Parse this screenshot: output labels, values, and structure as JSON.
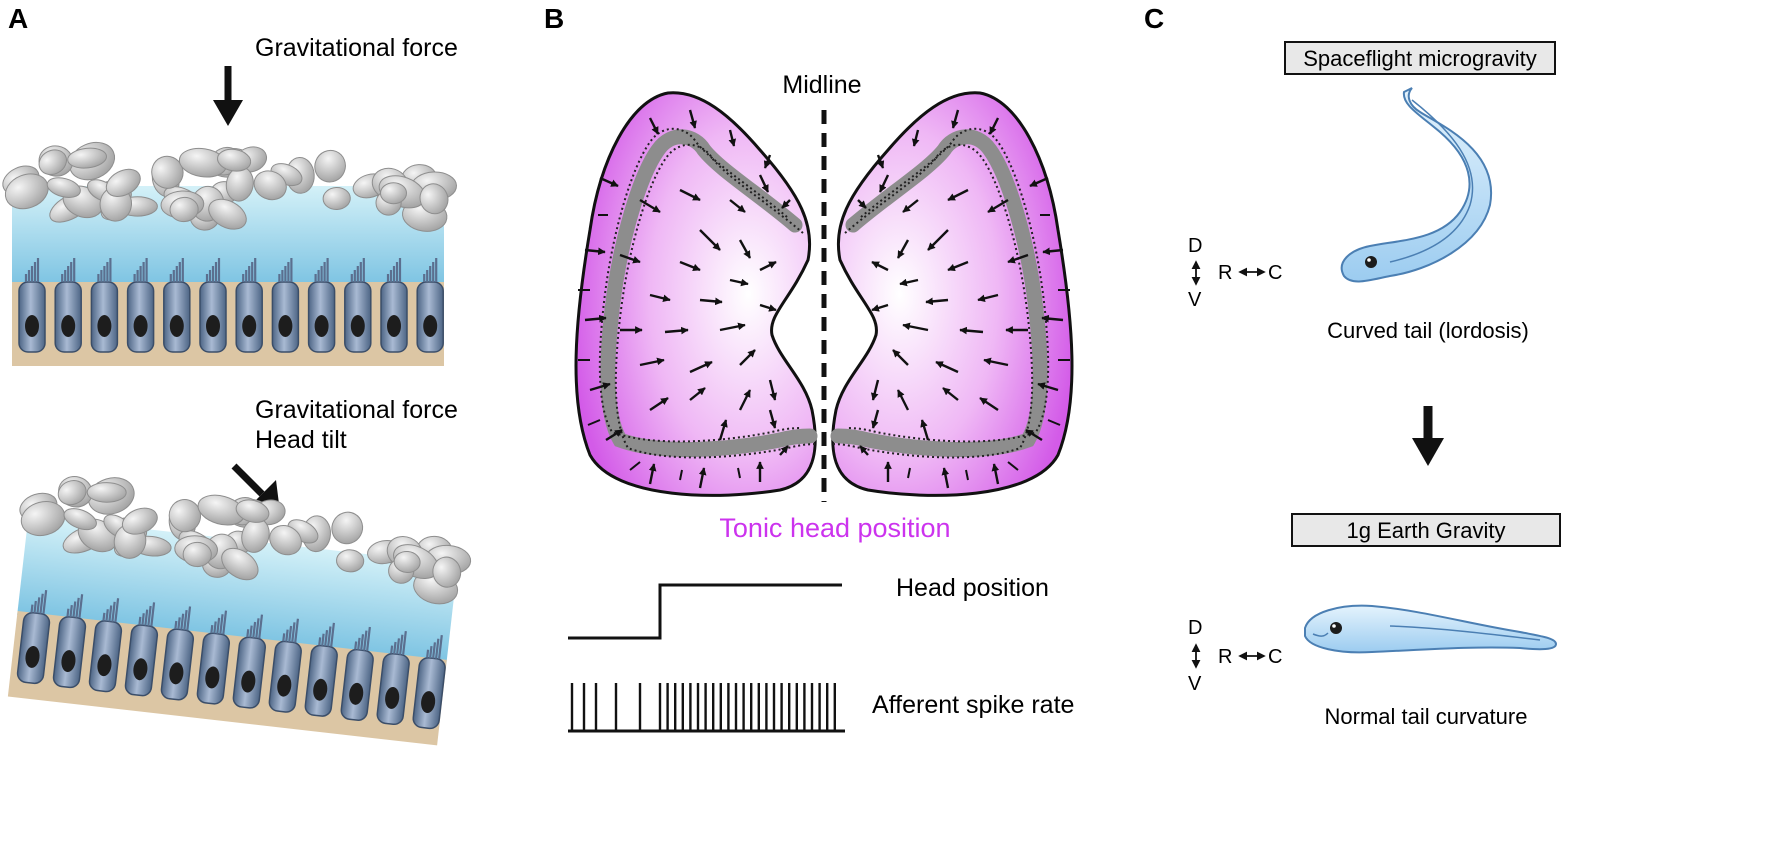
{
  "panels": {
    "a": {
      "letter": "A",
      "top_label": "Gravitational force",
      "bottom_label_line1": "Gravitational force",
      "bottom_label_line2": "Head tilt"
    },
    "b": {
      "letter": "B",
      "midline_label": "Midline",
      "caption": "Tonic head position",
      "head_position_label": "Head position",
      "spike_label": "Afferent spike rate"
    },
    "c": {
      "letter": "C",
      "top_box": "Spaceflight microgravity",
      "top_caption": "Curved tail (lordosis)",
      "bottom_box": "1g Earth Gravity",
      "bottom_caption": "Normal tail curvature",
      "axis_d": "D",
      "axis_v": "V",
      "axis_r": "R",
      "axis_c": "C"
    }
  },
  "colors": {
    "macula_pink": "#d35be8",
    "caption_pink": "#cc33ee",
    "gel_blue": "#8fd0e8",
    "hair_cell": "#6f86a8",
    "otoconia": "#bdbdbd",
    "base_tan": "#dcc6a4",
    "fish_blue": "#bfe0f7"
  },
  "icons": [
    "down-arrow-icon",
    "tilted-arrow-icon",
    "orientation-axes-icon",
    "transition-arrow-icon"
  ]
}
